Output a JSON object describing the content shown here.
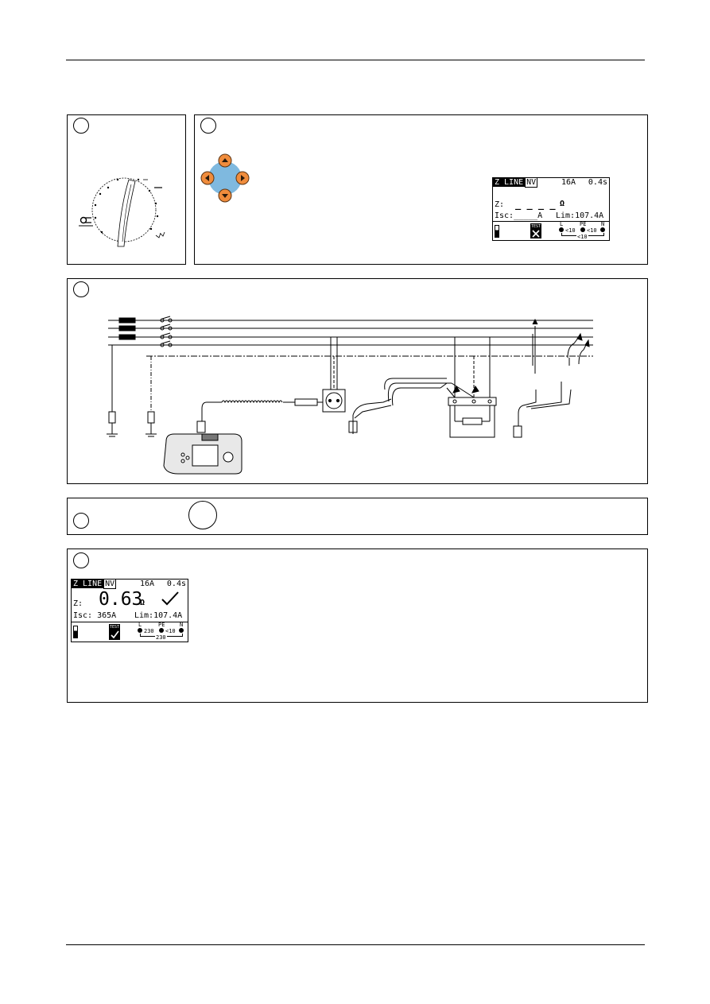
{
  "screen_initial": {
    "mode": "Z LINE",
    "submode": "NV",
    "fuse": "16A",
    "time": "0.4s",
    "z_label": "Z:",
    "z_value": "_ _ _ _",
    "unit": "Ω",
    "isc_text": "Isc:_____A",
    "lim_text": "Lim:107.4A",
    "terminal_l": "L",
    "terminal_pe": "PE",
    "terminal_n": "N",
    "v_l_pe": "<10",
    "v_pe_n": "<10",
    "v_l_n": "<10"
  },
  "screen_result": {
    "mode": "Z LINE",
    "submode": "NV",
    "fuse": "16A",
    "time": "0.4s",
    "z_label": "Z:",
    "z_value": "0.63",
    "unit": "Ω",
    "isc_text": "Isc:  365A",
    "lim_text": "Lim:107.4A",
    "terminal_l": "L",
    "terminal_pe": "PE",
    "terminal_n": "N",
    "v_l_pe": "230",
    "v_pe_n": "<10",
    "v_l_n": "230"
  },
  "icons": {
    "test_key": "TEST",
    "fail_mark": "cross-icon",
    "pass_mark": "check-icon",
    "nav": "arrow-keys-icon",
    "rotary": "rotary-switch-icon",
    "clamp": "clamp-symbol-icon"
  },
  "colors": {
    "key_fill": "#7fb9df",
    "arrow_fill": "#f08c3c",
    "arrow_stroke": "#5a3414"
  }
}
